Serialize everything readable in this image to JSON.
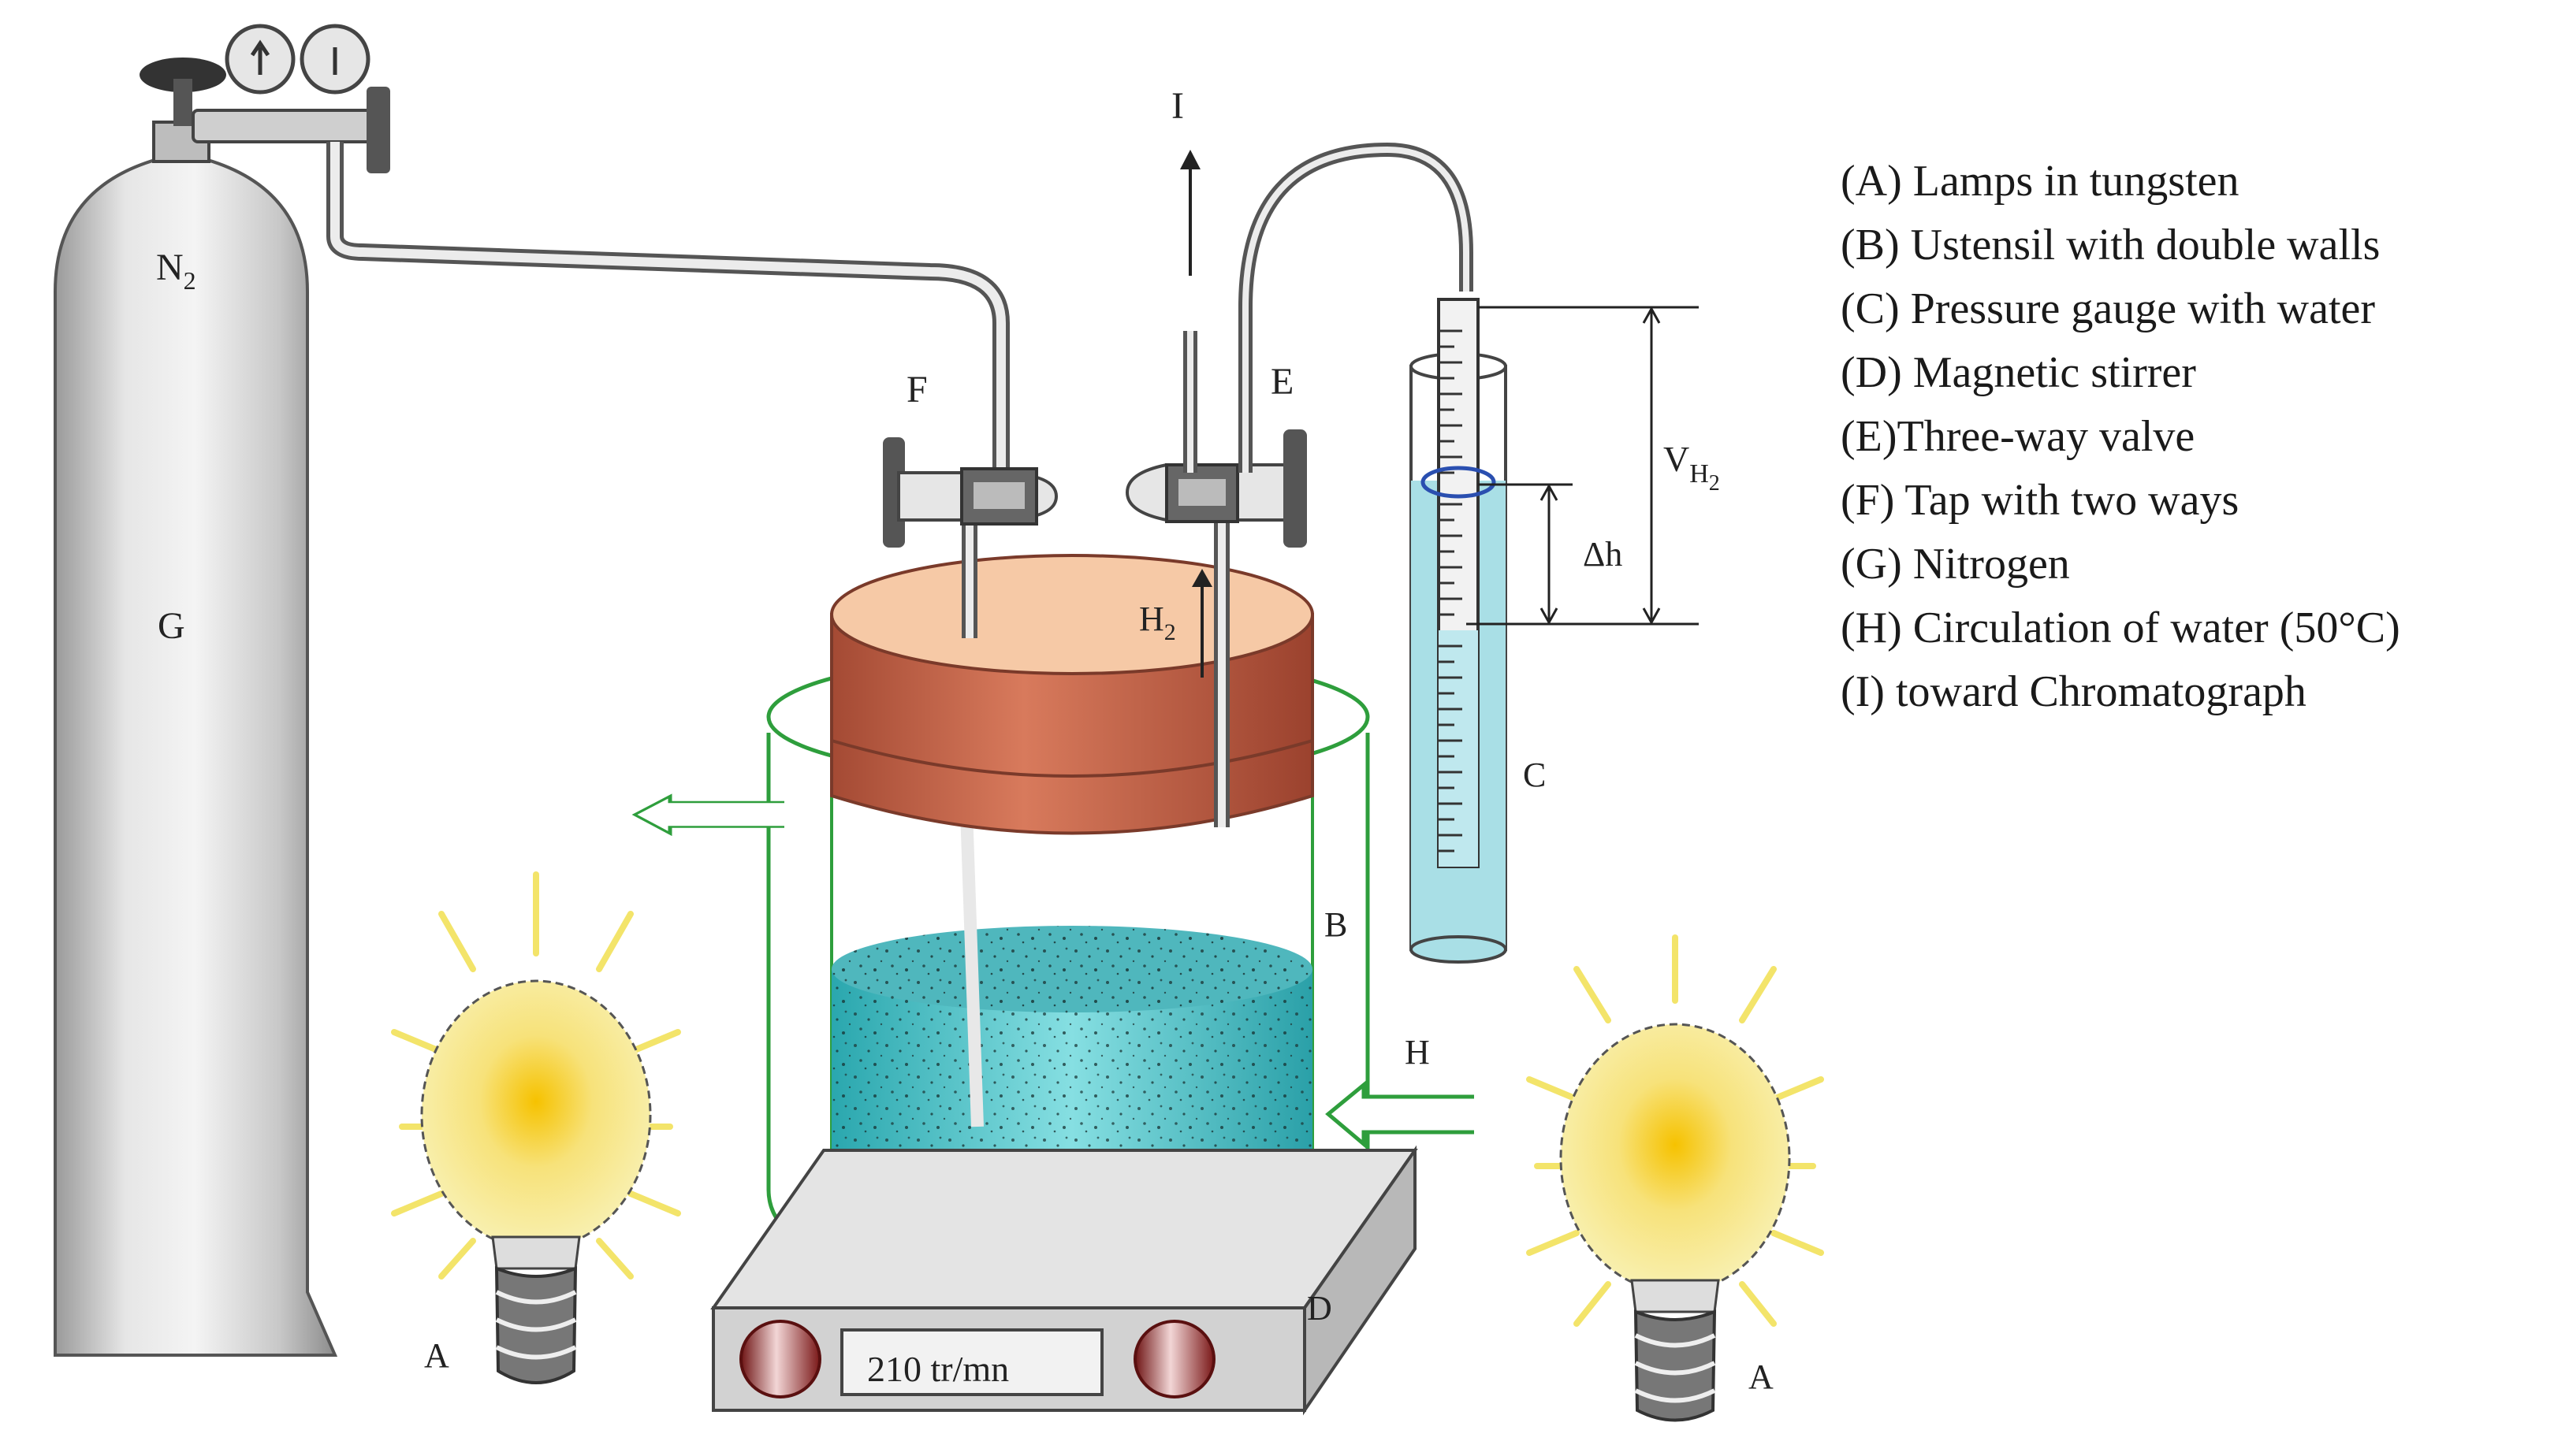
{
  "labels": {
    "G": "G",
    "N2": "N",
    "N2_sub": "2",
    "F": "F",
    "E": "E",
    "I": "I",
    "H2": "H",
    "H2_sub": "2",
    "VH2": "V",
    "VH2_sub1": "H",
    "VH2_sub2": "2",
    "dh": "Δh",
    "C": "C",
    "B": "B",
    "H": "H",
    "D": "D",
    "A_left": "A",
    "A_right": "A",
    "stirrer_display": "210 tr/mn"
  },
  "legend": [
    "(A) Lamps in tungsten",
    "(B) Ustensil with double walls",
    "(C) Pressure gauge with water",
    "(D) Magnetic stirrer",
    "(E)Three-way valve",
    "(F) Tap with two ways",
    "(G) Nitrogen",
    "(H) Circulation of water (50°C)",
    "(I) toward Chromatograph"
  ],
  "colors": {
    "cylinder": "#d9d9d9",
    "lid_top": "#f6c9a6",
    "lid_side": "#c56a4e",
    "vessel_wall": "#2e9e3c",
    "liquid": "#5fc4c8",
    "gauge_water": "#a9dfe6",
    "lamp": "#f7e98f",
    "lamp_core": "#f6c200",
    "stirrer": "#cfcfcf",
    "knob": "#a82a2a"
  }
}
